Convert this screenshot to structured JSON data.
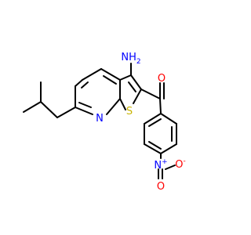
{
  "molecule": {
    "colors": {
      "bond": "#000000",
      "nitrogen": "#0000ff",
      "oxygen": "#ff0000",
      "sulfur": "#c8b400",
      "background": "#ffffff"
    },
    "labels": {
      "amino": "NH",
      "amino_subscript": "2",
      "ketone_oxygen": "O",
      "pyridine_nitrogen": "N",
      "thiophene_sulfur": "S",
      "nitro_nitrogen": "N",
      "nitro_nitrogen_charge": "+",
      "nitro_oxygen": "O",
      "nitro_oxygen_charge": "-"
    }
  }
}
